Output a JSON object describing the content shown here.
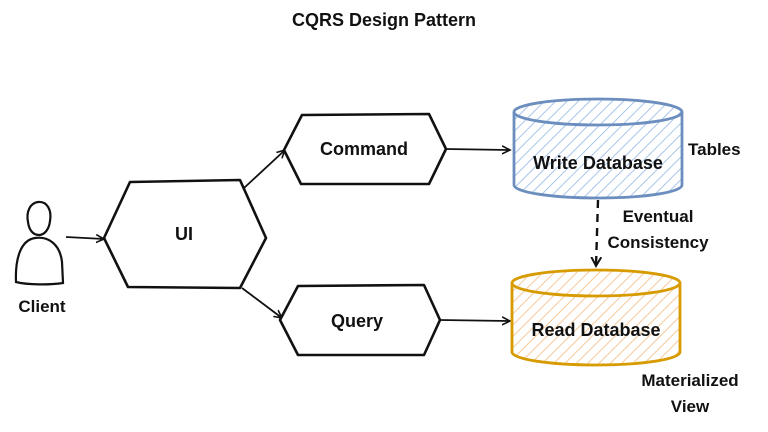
{
  "title": "CQRS Design Pattern",
  "nodes": {
    "client": {
      "label": "Client"
    },
    "ui": {
      "label": "UI"
    },
    "command": {
      "label": "Command"
    },
    "query": {
      "label": "Query"
    },
    "write_db": {
      "label": "Write Database",
      "color": "#6c8ebf",
      "fill": "#dae8fc"
    },
    "read_db": {
      "label": "Read Database",
      "color": "#d79b00",
      "fill": "#ffe6cc"
    }
  },
  "annotations": {
    "tables": "Tables",
    "eventual_line1": "Eventual",
    "eventual_line2": "Consistency",
    "materialized_line1": "Materialized",
    "materialized_line2": "View"
  },
  "icons": {
    "client": "person-icon"
  }
}
